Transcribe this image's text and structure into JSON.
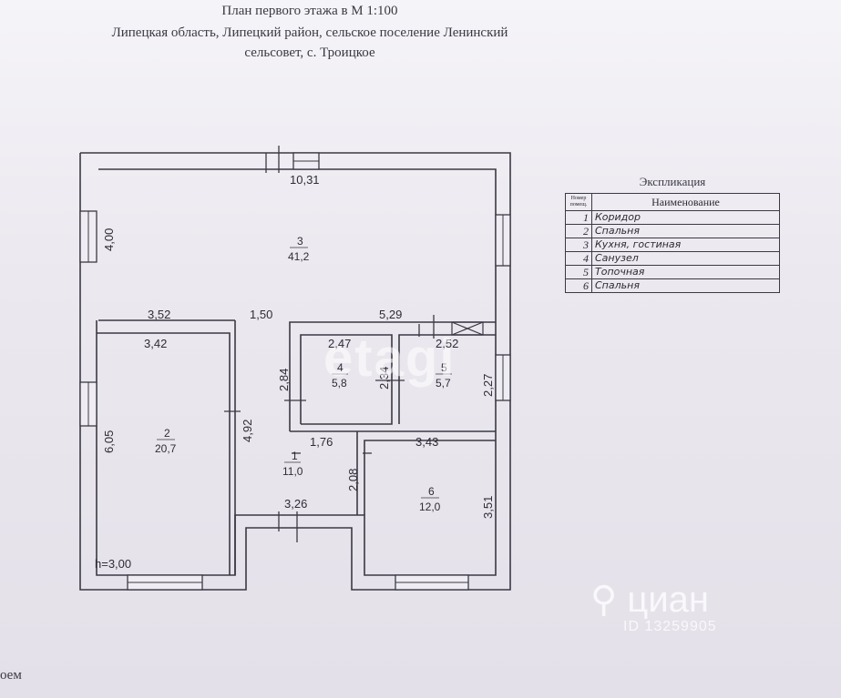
{
  "header": {
    "line1": "План первого этажа в М 1:100",
    "line2": "Липецкая область, Липецкий район, сельское поселение Ленинский",
    "line3": "сельсовет, с. Троицкое"
  },
  "dimensions": {
    "top_width": "10,31",
    "left_top_height": "4,00",
    "room2_top_outer": "3,52",
    "corridor_top": "1,50",
    "right_top": "5,29",
    "room2_top_inner": "3,42",
    "room2_height": "6,05",
    "corridor_height": "4,92",
    "room4_width": "2,47",
    "room4_height": "2,84",
    "room4_height_inner": "2,34",
    "room5_width": "2,52",
    "room5_height": "2,27",
    "corridor_width_lower": "1,76",
    "room6_width": "3,43",
    "corridor_lower_height": "2,08",
    "room6_height": "3,51",
    "entrance_width": "3,26",
    "ceiling_height": "h=3,00"
  },
  "rooms": [
    {
      "num": "1",
      "area": "11,0"
    },
    {
      "num": "2",
      "area": "20,7"
    },
    {
      "num": "3",
      "area": "41,2"
    },
    {
      "num": "4",
      "area": "5,8"
    },
    {
      "num": "5",
      "area": "5,7"
    },
    {
      "num": "6",
      "area": "12,0"
    }
  ],
  "explication": {
    "title": "Экспликация",
    "col_num": "Номер помещ.",
    "col_name": "Наименование",
    "rows": [
      {
        "num": "1",
        "name": "Коридор"
      },
      {
        "num": "2",
        "name": "Спальня"
      },
      {
        "num": "3",
        "name": "Кухня, гостиная"
      },
      {
        "num": "4",
        "name": "Санузел"
      },
      {
        "num": "5",
        "name": "Топочная"
      },
      {
        "num": "6",
        "name": "Спальня"
      }
    ]
  },
  "watermarks": {
    "etagi": "etagi",
    "cian": "циан",
    "cian_id": "ID 13259905"
  },
  "edge_text": "оем",
  "colors": {
    "wall": "#3b3944",
    "paper": "#efedf3"
  }
}
